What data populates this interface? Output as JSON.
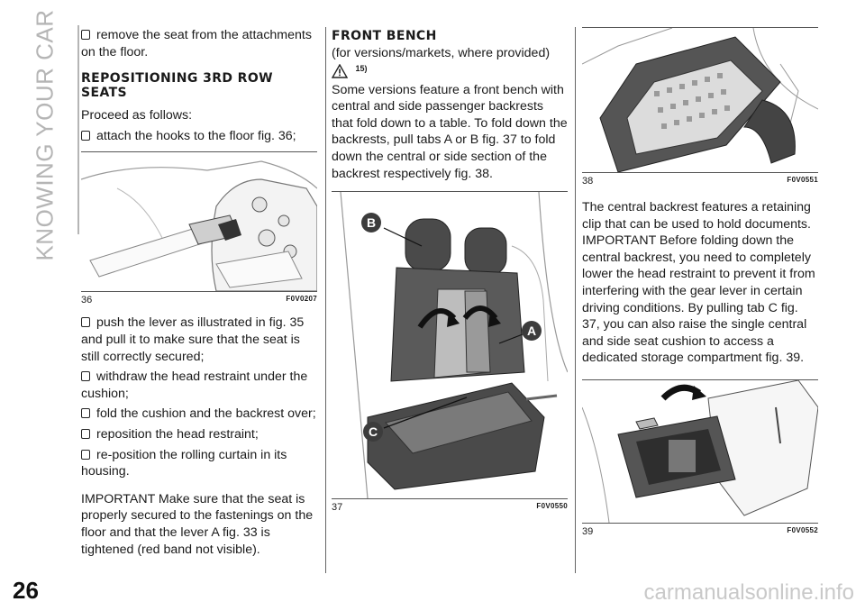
{
  "side_title": "KNOWING YOUR CAR",
  "page_number": "26",
  "watermark": "carmanualsonline.info",
  "col1": {
    "bullet_top": "remove the seat from the attachments on the floor.",
    "heading": "REPOSITIONING 3RD ROW SEATS",
    "intro": "Proceed as follows:",
    "bullet_hooks": "attach the hooks to the floor fig. 36;",
    "figure": {
      "number": "36",
      "code": "F0V0207"
    },
    "bullets": [
      "push the lever as illustrated in fig. 35 and pull it to make sure that the seat is still correctly secured;",
      "withdraw the head restraint under the cushion;",
      "fold the cushion and the backrest over;",
      "reposition the head restraint;",
      "re-position the rolling curtain in its housing."
    ],
    "important": "IMPORTANT Make sure that the seat is properly secured to the fastenings on the floor and that the lever A fig. 33 is tightened (red band not visible)."
  },
  "col2": {
    "heading": "FRONT BENCH",
    "subheading": "(for versions/markets, where provided)",
    "note_ref": "15)",
    "paragraph": "Some versions feature a front bench with central and side passenger backrests that fold down to a table. To fold down the backrests, pull tabs A or B fig. 37 to fold down the central or side section of the backrest respectively fig. 38.",
    "figure": {
      "number": "37",
      "code": "F0V0550",
      "labels": [
        "B",
        "A",
        "C"
      ]
    }
  },
  "col3": {
    "figure_top": {
      "number": "38",
      "code": "F0V0551"
    },
    "paragraph": "The central backrest features a retaining clip that can be used to hold documents. IMPORTANT Before folding down the central backrest, you need to completely lower the head restraint to prevent it from interfering with the gear lever in certain driving conditions. By pulling tab C fig. 37, you can also raise the single central and side seat cushion to access a dedicated storage compartment fig. 39.",
    "figure_bottom": {
      "number": "39",
      "code": "F0V0552"
    }
  }
}
